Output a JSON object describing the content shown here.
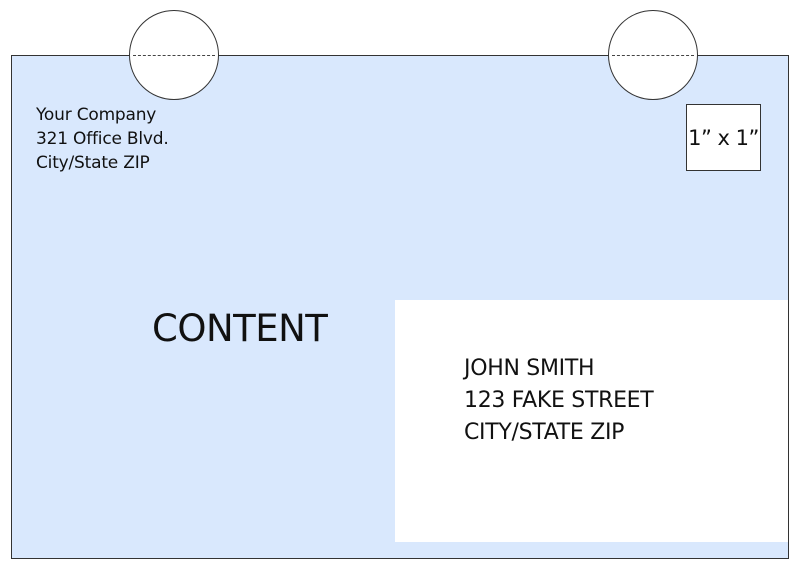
{
  "return_address": {
    "company": "Your Company",
    "street": "321 Office Blvd.",
    "city_state_zip": "City/State ZIP"
  },
  "stamp_area": {
    "label": "1” x 1”"
  },
  "content_label": "CONTENT",
  "recipient": {
    "name": "JOHN SMITH",
    "street": "123 FAKE STREET",
    "city_state_zip": "CITY/STATE ZIP"
  },
  "colors": {
    "envelope_fill": "#d9e8fd",
    "address_panel_fill": "#ffffff",
    "outline": "#333333"
  }
}
